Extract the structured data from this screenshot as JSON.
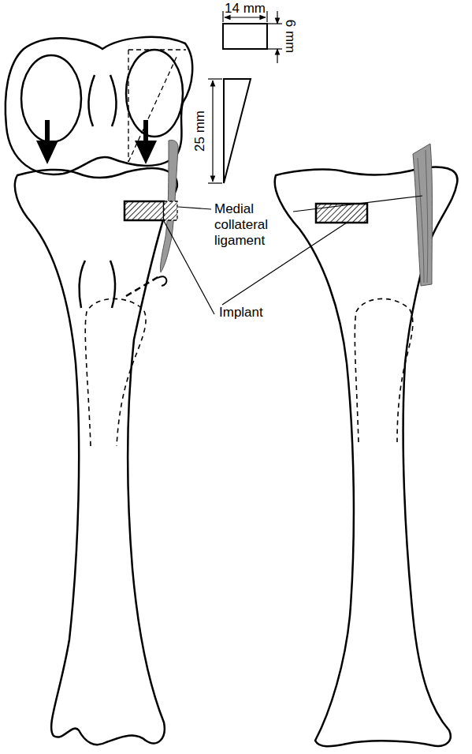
{
  "diagram": {
    "labels": [
      "14 mm",
      "6 mm",
      "25 mm",
      "Medial collateral ligament",
      "Implant"
    ]
  }
}
